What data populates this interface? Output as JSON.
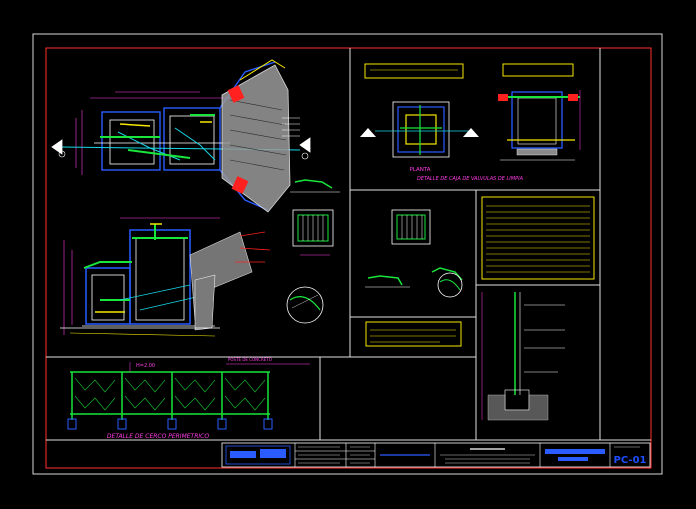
{
  "drawing": {
    "code": "PC-01",
    "fence_detail_title": "DETALLE DE CERCO PERIMETRICO",
    "valve_box_plan_label": "PLANTA",
    "valve_box_detail_title": "DETALLE DE CAJA DE VALVULAS DE LIMPIA",
    "fence_height_label": "H=2.00",
    "fence_note": "POSTE DE CONCRETO"
  },
  "colors": {
    "background": "#000000",
    "sheet_border": "#e8e8e8",
    "frame": "#ff3030",
    "line_white": "#ffffff",
    "line_green": "#19e63c",
    "line_blue": "#2a5cff",
    "line_cyan": "#16d8e8",
    "line_yellow": "#f6e800",
    "line_magenta": "#ff3ce6",
    "line_red": "#ff2020",
    "title_blue": "#1e4cff"
  }
}
